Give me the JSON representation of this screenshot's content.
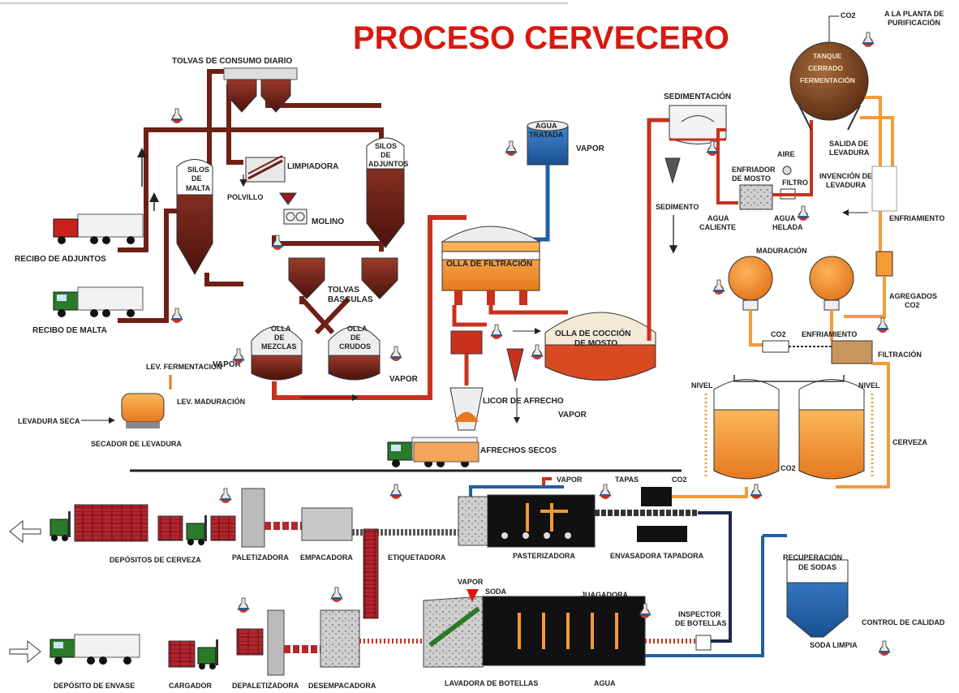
{
  "title": "PROCESO CERVECERO",
  "labels": {
    "tolvas_consumo": "TOLVAS DE CONSUMO DIARIO",
    "silos_malta_1": "SILOS",
    "silos_malta_2": "DE",
    "silos_malta_3": "MALTA",
    "limpiadora": "LIMPIADORA",
    "polvillo": "POLVILLO",
    "molino": "MOLINO",
    "silos_adj_1": "SILOS",
    "silos_adj_2": "DE",
    "silos_adj_3": "ADJUNTOS",
    "recibo_adjuntos": "RECIBO DE ADJUNTOS",
    "recibo_malta": "RECIBO DE MALTA",
    "tolvas_basculas_1": "TOLVAS",
    "tolvas_basculas_2": "BASCULAS",
    "olla_mezclas_1": "OLLA",
    "olla_mezclas_2": "DE",
    "olla_mezclas_3": "MEZCLAS",
    "olla_crudos_1": "OLLA",
    "olla_crudos_2": "DE",
    "olla_crudos_3": "CRUDOS",
    "vapor_1": "VAPOR",
    "vapor_2": "VAPOR",
    "vapor_3": "VAPOR",
    "vapor_4": "VAPOR",
    "vapor_5": "VAPOR",
    "vapor_6": "VAPOR",
    "lev_fermentacion": "LEV. FERMENTACIÓN",
    "lev_maduracion": "LEV. MADURACIÓN",
    "levadura_seca": "LEVADURA SECA",
    "secador_levadura": "SECADOR DE LEVADURA",
    "agua_tratada_1": "AGUA",
    "agua_tratada_2": "TRATADA",
    "olla_filtracion": "OLLA DE FILTRACIÓN",
    "olla_coccion_1": "OLLA DE COCCIÓN",
    "olla_coccion_2": "DE MOSTO",
    "licor_afrecho": "LICOR DE AFRECHO",
    "afrechos_secos": "AFRECHOS SECOS",
    "sedimentacion": "SEDIMENTACIÓN",
    "sedimento": "SEDIMENTO",
    "enfriador_1": "ENFRIADOR",
    "enfriador_2": "DE MOSTO",
    "aire": "AIRE",
    "filtro": "FILTRO",
    "agua_caliente_1": "AGUA",
    "agua_caliente_2": "CALIENTE",
    "agua_helada_1": "AGUA",
    "agua_helada_2": "HELADA",
    "co2_top": "CO2",
    "planta_purif_1": "A LA PLANTA DE",
    "planta_purif_2": "PURIFICACIÓN",
    "tanque_1": "TANQUE",
    "tanque_2": "CERRADO",
    "tanque_3": "FERMENTACIÓN",
    "salida_lev_1": "SALIDA DE",
    "salida_lev_2": "LEVADURA",
    "invencion_1": "INVENCIÓN DE",
    "invencion_2": "LEVADURA",
    "enfriamiento_1": "ENFRIAMIENTO",
    "maduracion": "MADURACIÓN",
    "agregados_1": "AGREGADOS",
    "agregados_2": "CO2",
    "co2_mid": "CO2",
    "enfriamiento_2": "ENFRIAMIENTO",
    "filtracion": "FILTRACIÓN",
    "nivel_1": "NIVEL",
    "nivel_2": "NIVEL",
    "co2_tanks": "CO2",
    "cerveza": "CERVEZA",
    "tapas": "TAPAS",
    "co2_bottom": "CO2",
    "depositos_cerveza": "DEPÓSITOS DE CERVEZA",
    "paletizadora": "PALETIZADORA",
    "empacadora": "EMPACADORA",
    "etiquetadora": "ETIQUETADORA",
    "pasterizadora": "PASTERIZADORA",
    "envasadora": "ENVASADORA TAPADORA",
    "recuperacion_1": "RECUPERACIÓN",
    "recuperacion_2": "DE SODAS",
    "soda": "SODA",
    "juagadora": "JUAGADORA",
    "inspector_1": "INSPECTOR",
    "inspector_2": "DE BOTELLAS",
    "control_calidad": "CONTROL DE CALIDAD",
    "soda_limpia": "SODA LIMPIA",
    "deposito_envase": "DEPÓSITO DE ENVASE",
    "cargador": "CARGADOR",
    "depaletizadora": "DEPALETIZADORA",
    "desempacadora": "DESEMPACADORA",
    "lavadora": "LAVADORA DE BOTELLAS",
    "agua": "AGUA"
  },
  "colors": {
    "title_red": "#d8190f",
    "malt_brown": "#6e1f16",
    "wort_red": "#c8311d",
    "beer_orange": "#f59a35",
    "water_blue": "#1f5fa6",
    "steel_gray": "#b8b8b8",
    "truck_green": "#2a7a2a"
  },
  "icons": [
    "flask-icon",
    "truck-icon",
    "forklift-icon",
    "arrow-icon"
  ]
}
